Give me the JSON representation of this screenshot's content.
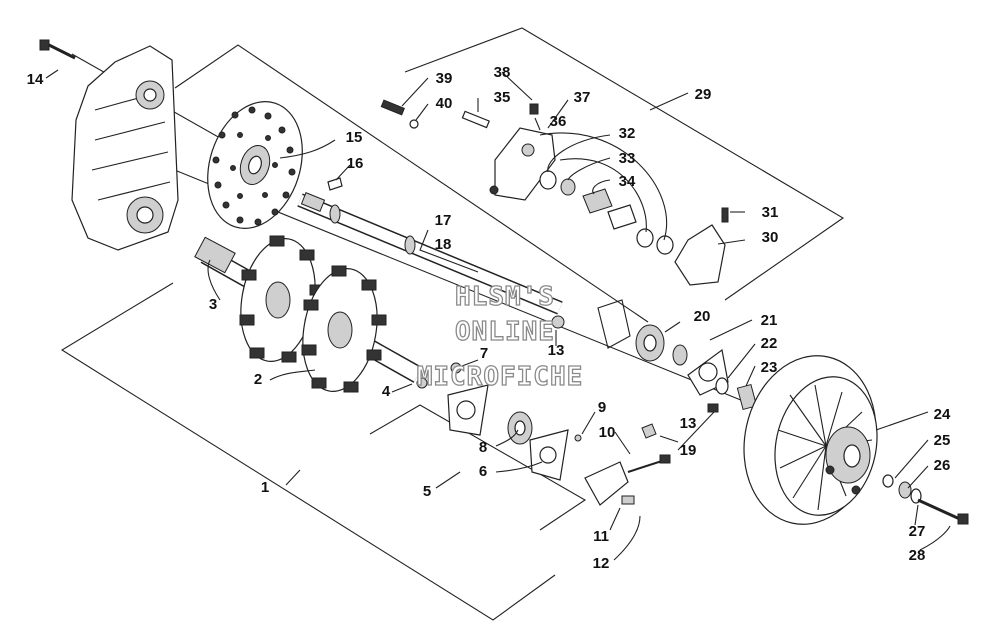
{
  "callouts": [
    "1",
    "2",
    "3",
    "4",
    "5",
    "6",
    "7",
    "8",
    "9",
    "10",
    "11",
    "12",
    "13",
    "13",
    "14",
    "15",
    "16",
    "17",
    "18",
    "19",
    "20",
    "21",
    "22",
    "23",
    "24",
    "25",
    "26",
    "27",
    "28",
    "29",
    "30",
    "31",
    "32",
    "33",
    "34",
    "35",
    "36",
    "37",
    "38",
    "39",
    "40"
  ],
  "watermark": {
    "line1": "HLSM'S",
    "line2": "ONLINE",
    "line3": "MICROFICHE"
  }
}
